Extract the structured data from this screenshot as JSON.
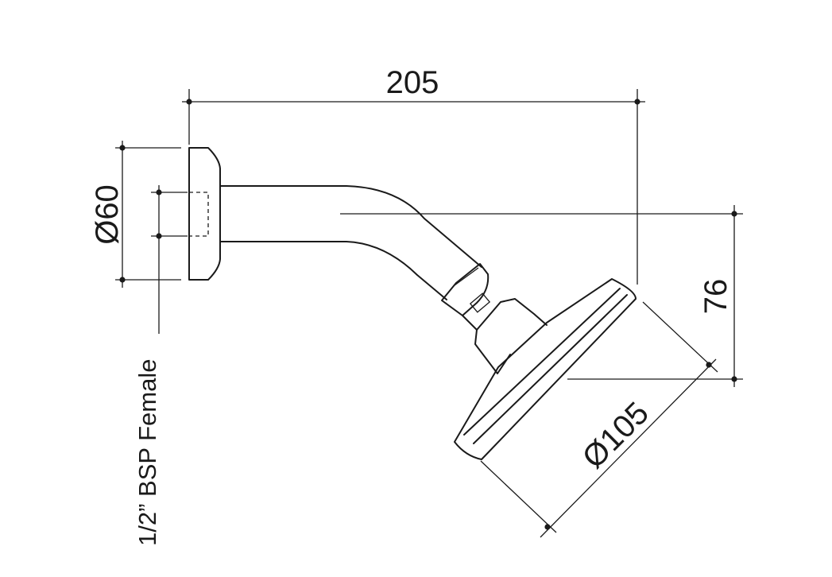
{
  "dimensions": {
    "overall_length": "205",
    "flange_diameter": "Ø60",
    "drop_height": "76",
    "head_diameter": "Ø105"
  },
  "notes": {
    "thread": "1/2” BSP Female"
  }
}
